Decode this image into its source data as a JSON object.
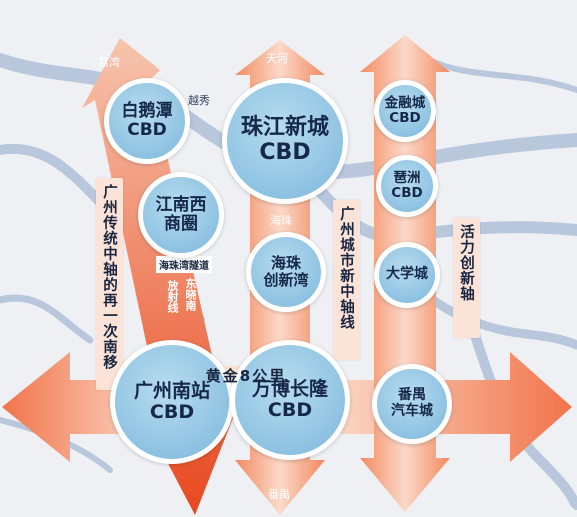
{
  "hubs": [
    {
      "key": "baietan",
      "l1": "白鹅潭",
      "l2": "CBD"
    },
    {
      "key": "zhujiang",
      "l1": "珠江新城",
      "l2": "CBD"
    },
    {
      "key": "jinrong",
      "l1": "金融城",
      "l2": "CBD"
    },
    {
      "key": "jiangnanxi",
      "l1": "江南西",
      "l2": "商圈"
    },
    {
      "key": "pazhou",
      "l1": "琶洲",
      "l2": "CBD"
    },
    {
      "key": "haizhu",
      "l1": "海珠",
      "l2": "创新湾"
    },
    {
      "key": "daxuecheng",
      "l1": "大学城",
      "l2": ""
    },
    {
      "key": "nanzhan",
      "l1": "广州南站",
      "l2": "CBD"
    },
    {
      "key": "wanbo",
      "l1": "万博长隆",
      "l2": "CBD"
    },
    {
      "key": "panyuqiche",
      "l1": "番禺",
      "l2": "汽车城"
    }
  ],
  "axes": {
    "traditional": "广州传统中轴的再一次南移",
    "new_city": "广州城市新中轴线",
    "vitality": "活力创新轴"
  },
  "places": {
    "liwan": "荔湾",
    "tianhe": "天河",
    "yuexiu": "越秀",
    "haizhu": "海珠",
    "panyu": "番禺"
  },
  "tunnel": "海珠湾隧道",
  "lines": {
    "fangshe": "放射线",
    "dongxiao": "东晓南"
  },
  "golden_label": "黄金8公里"
}
